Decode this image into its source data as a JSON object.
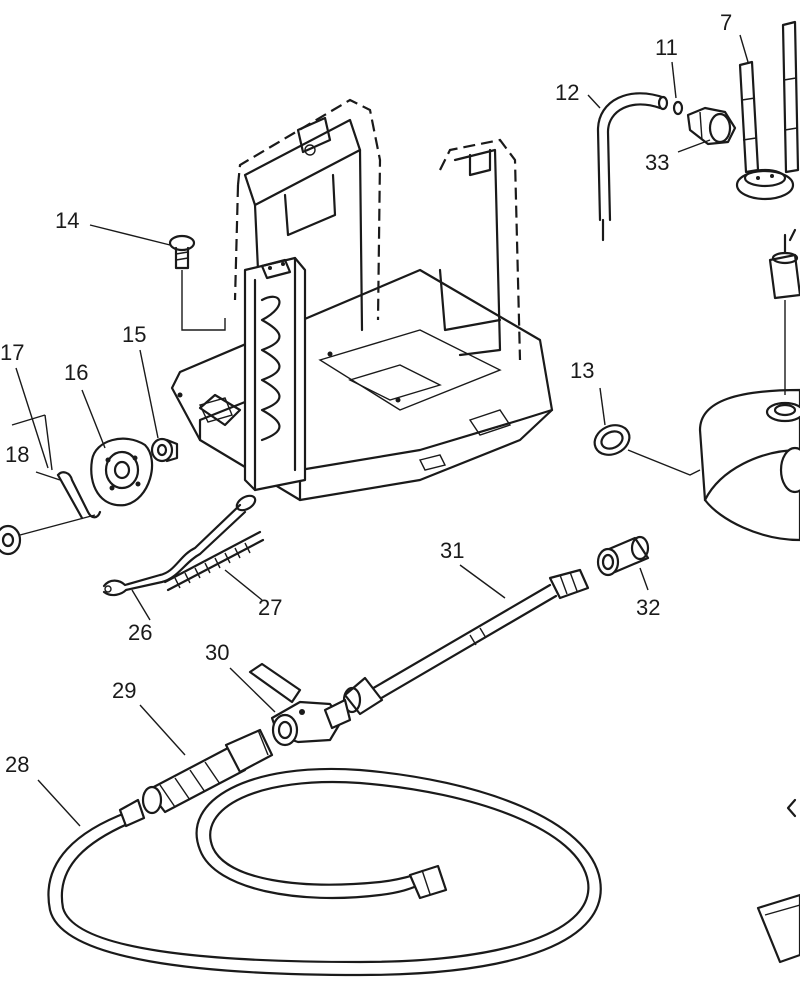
{
  "callouts": [
    {
      "id": "7",
      "label": "7"
    },
    {
      "id": "11",
      "label": "11"
    },
    {
      "id": "12",
      "label": "12"
    },
    {
      "id": "13",
      "label": "13"
    },
    {
      "id": "14",
      "label": "14"
    },
    {
      "id": "15",
      "label": "15"
    },
    {
      "id": "16",
      "label": "16"
    },
    {
      "id": "17",
      "label": "17"
    },
    {
      "id": "18",
      "label": "18"
    },
    {
      "id": "26",
      "label": "26"
    },
    {
      "id": "27",
      "label": "27"
    },
    {
      "id": "28",
      "label": "28"
    },
    {
      "id": "29",
      "label": "29"
    },
    {
      "id": "30",
      "label": "30"
    },
    {
      "id": "31",
      "label": "31"
    },
    {
      "id": "32",
      "label": "32"
    },
    {
      "id": "33",
      "label": "33"
    }
  ]
}
